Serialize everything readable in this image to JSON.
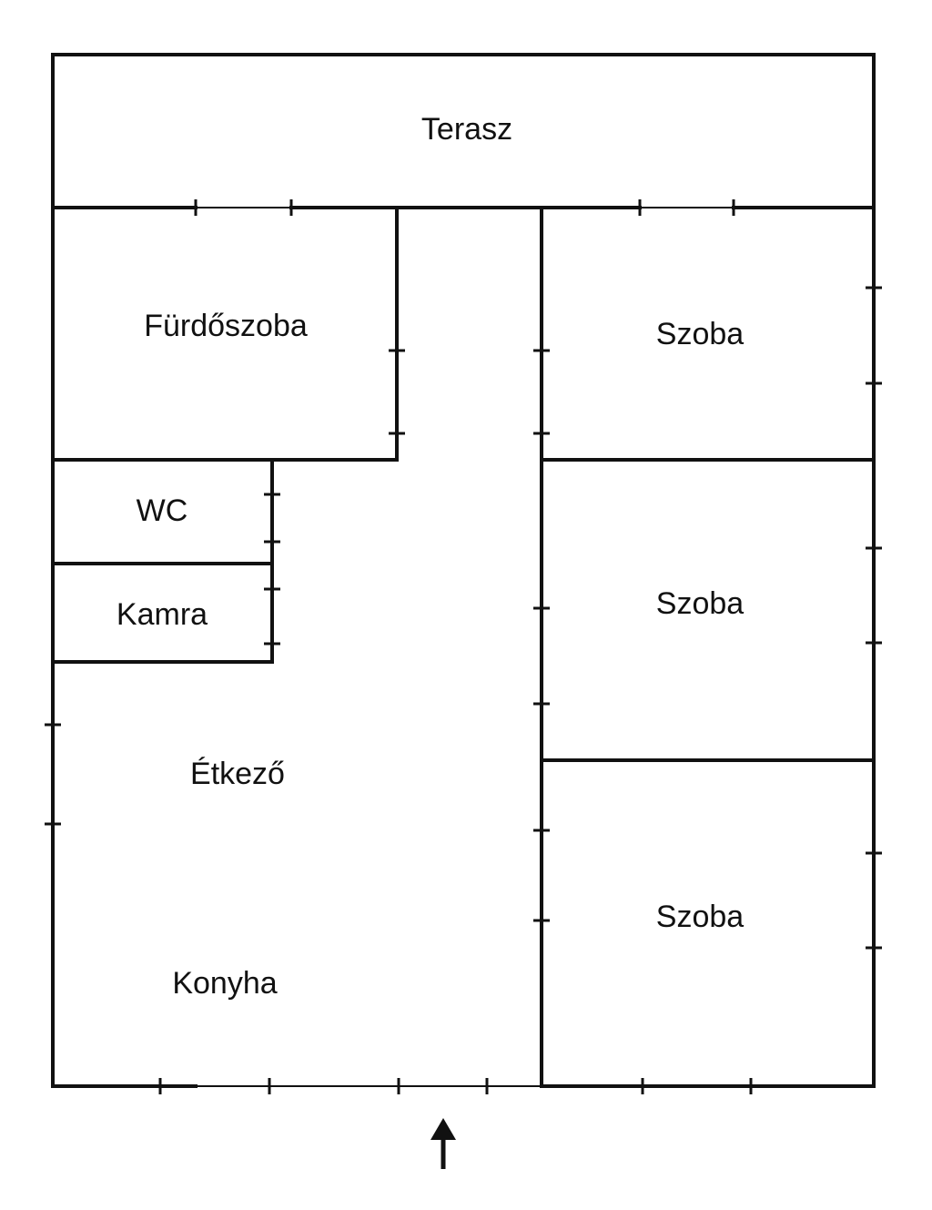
{
  "rooms": {
    "terrace": "Terasz",
    "bathroom": "Fürdőszoba",
    "room_1": "Szoba",
    "wc": "WC",
    "pantry": "Kamra",
    "room_2": "Szoba",
    "dining": "Étkező",
    "room_3": "Szoba",
    "kitchen": "Konyha"
  },
  "colors": {
    "ink": "#111111",
    "background": "#ffffff"
  },
  "icons": {
    "entrance": "arrow-up-icon"
  }
}
